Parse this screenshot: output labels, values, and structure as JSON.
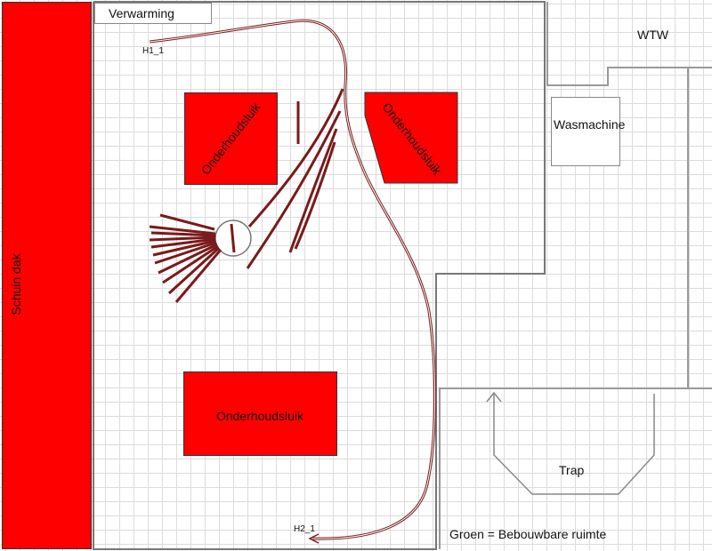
{
  "plan": {
    "heating_label": "Verwarming",
    "roof_label": "Schuin dak",
    "wtw_label": "WTW",
    "washer_label": "Wasmachine",
    "hatch_top_left_label": "Onderhoudsluik",
    "hatch_top_right_label": "Onderhoudsluik",
    "hatch_bottom_label": "Onderhoudsluik",
    "stairs_label": "Trap",
    "legend_label": "Groen = Bebouwbare ruimte",
    "start_marker_label": "H1_1",
    "end_marker_label": "H2_1"
  },
  "colors": {
    "blocked_fill": "#ff0000",
    "track": "#7a1a1a",
    "wall": "#888888",
    "grid": "#dcdcdc"
  }
}
